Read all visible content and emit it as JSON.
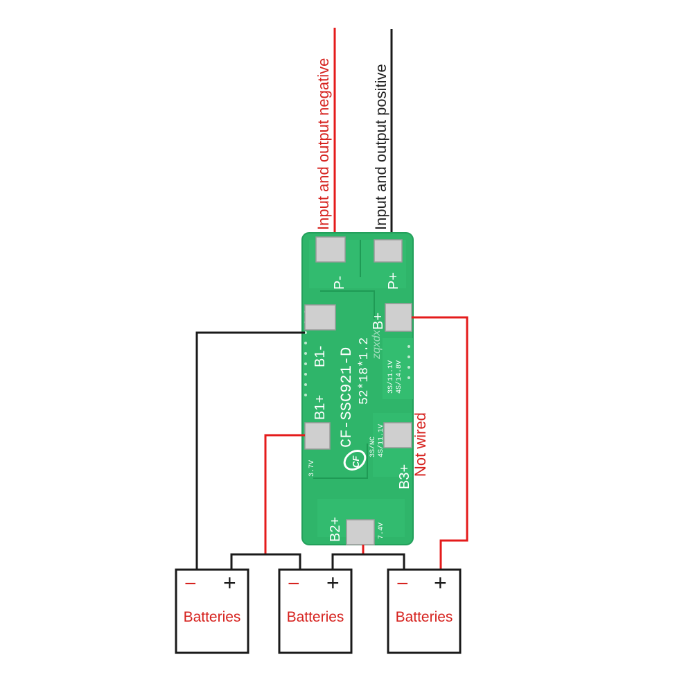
{
  "wire_labels": {
    "negative": "Input and output negative",
    "positive": "Input and output positive",
    "not_wired": "Not wired"
  },
  "board": {
    "model": "CF-SSC921-D",
    "size": "52*18*1.2",
    "pads": {
      "p_minus": "P-",
      "p_plus": "P+",
      "b_plus": "B+",
      "b1_minus": "B1-",
      "b1_plus": "B1+",
      "b2_plus": "B2+",
      "b3_plus": "B3+"
    },
    "voltage_a": "3S/11.1V",
    "voltage_b": "4S/14.8V",
    "voltage_c": "3S/NC",
    "voltage_d": "4S/11.1V",
    "voltage_e": "3.7V",
    "voltage_f": "7.4V",
    "logo": "CF",
    "watermark": "zqxdx"
  },
  "batteries": [
    {
      "label": "Batteries",
      "minus": "−",
      "plus": "+"
    },
    {
      "label": "Batteries",
      "minus": "−",
      "plus": "+"
    },
    {
      "label": "Batteries",
      "minus": "−",
      "plus": "+"
    }
  ],
  "colors": {
    "wire_red": "#e41b1b",
    "wire_black": "#1a1a1a",
    "pcb_green": "#2fb56a",
    "pcb_dark": "#1f9a55",
    "pad_silver": "#cfcfcf",
    "label_red": "#d6231f",
    "label_black": "#222222"
  }
}
